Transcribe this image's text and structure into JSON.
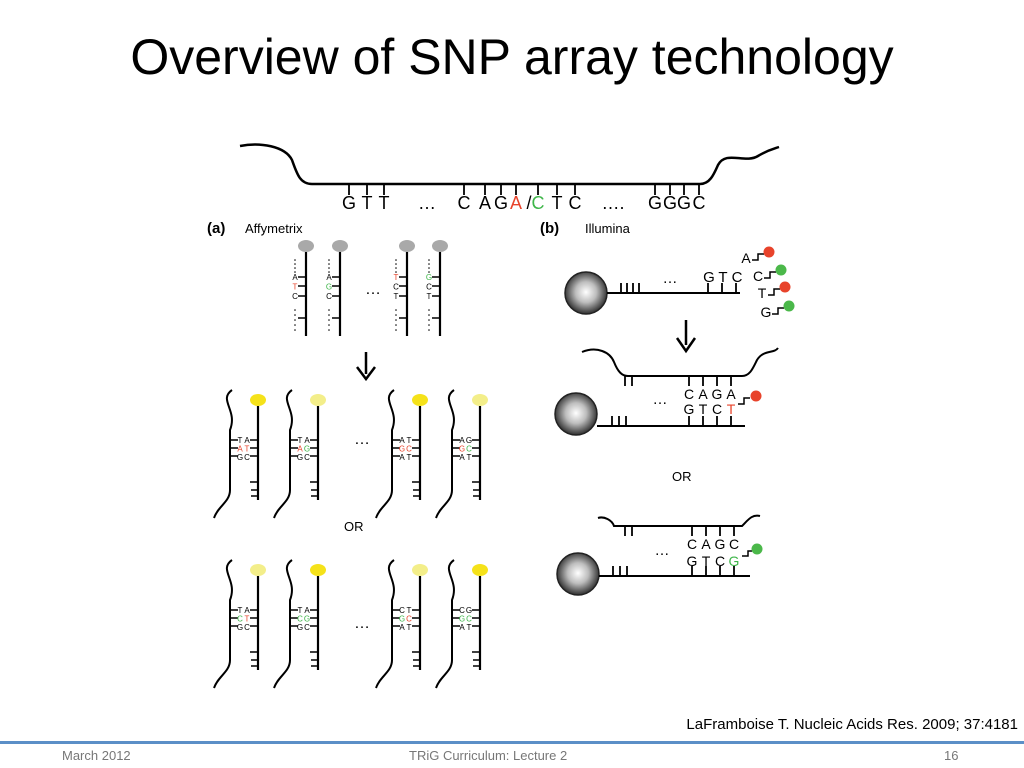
{
  "slide": {
    "title": "Overview of SNP array technology",
    "citation": "LaFramboise T. Nucleic Acids Res. 2009; 37:4181",
    "footer_left": "March 2012",
    "footer_center": "TRiG Curriculum: Lecture 2",
    "footer_right": "16"
  },
  "figure": {
    "top_seq": [
      "G",
      "T",
      "T",
      "…",
      "C",
      "A",
      "G",
      "A",
      "/",
      "C",
      "T",
      "C",
      "….",
      "G",
      "G",
      "G",
      "C"
    ],
    "label_a": "(a)",
    "name_a": "Affymetrix",
    "label_b": "(b)",
    "name_b": "Illumina",
    "or": "OR",
    "ellipsis": "…",
    "probe_letters": [
      [
        "A",
        "T",
        "C"
      ],
      [
        "A",
        "G",
        "C"
      ],
      [
        "T",
        "C",
        "T"
      ],
      [
        "G",
        "C",
        "T"
      ]
    ],
    "hyb_pairs_top": [
      [
        "T",
        "A",
        "A",
        "T",
        "G",
        "C"
      ],
      [
        "T",
        "A",
        "A",
        "G",
        "G",
        "C"
      ],
      [
        "A",
        "T",
        "G",
        "C",
        "A",
        "T"
      ],
      [
        "A",
        "G",
        "G",
        "C",
        "A",
        "T"
      ]
    ],
    "hyb_pairs_bottom": [
      [
        "T",
        "A",
        "C",
        "T",
        "G",
        "C"
      ],
      [
        "T",
        "A",
        "C",
        "G",
        "G",
        "C"
      ],
      [
        "C",
        "T",
        "G",
        "C",
        "A",
        "T"
      ],
      [
        "C",
        "G",
        "G",
        "C",
        "A",
        "T"
      ]
    ],
    "illumina_probe": [
      "G",
      "T",
      "C"
    ],
    "nucleotides": [
      "A",
      "C",
      "T",
      "G"
    ],
    "ill_mid_top": [
      "C",
      "A",
      "G",
      "A"
    ],
    "ill_mid_bot": [
      "G",
      "T",
      "C",
      "T"
    ],
    "ill_bot_top": [
      "C",
      "A",
      "G",
      "C"
    ],
    "ill_bot_bot": [
      "G",
      "T",
      "C",
      "G"
    ],
    "colors": {
      "allele_a": "#e8432b",
      "allele_c": "#3fb64a",
      "dye_red": "#e8432b",
      "dye_green": "#4bb84a",
      "dye_yellow": "#f5e21a",
      "dye_yellow_pale": "#f3ee8a",
      "cap": "#a9a9a9"
    }
  }
}
